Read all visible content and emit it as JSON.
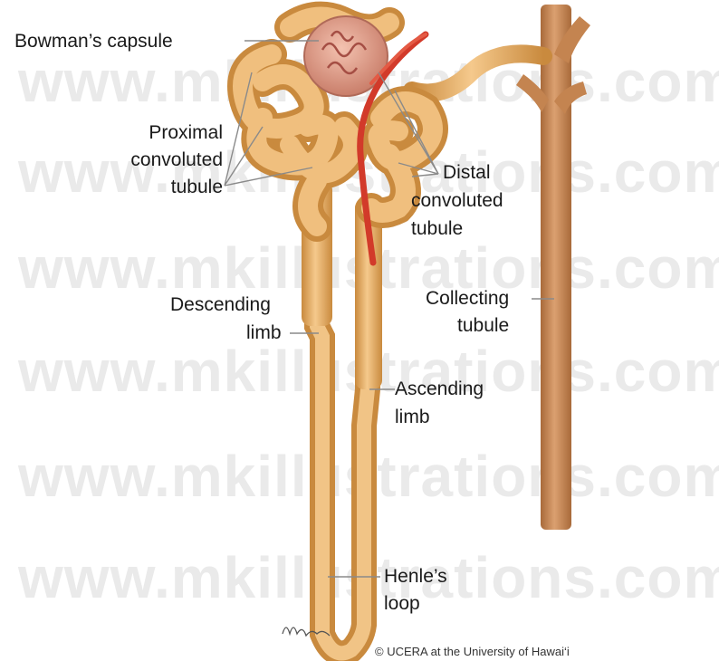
{
  "watermark": "www.mkillustrations.com",
  "labels": {
    "bowmans_capsule": "Bowman’s capsule",
    "proximal_convoluted_tubule": [
      "Proximal",
      "convoluted",
      "tubule"
    ],
    "distal_convoluted_tubule": [
      "Distal",
      "convoluted",
      "tubule"
    ],
    "descending_limb": [
      "Descending",
      "limb"
    ],
    "collecting_tubule": [
      "Collecting",
      "tubule"
    ],
    "ascending_limb": [
      "Ascending",
      "limb"
    ],
    "henles_loop": [
      "Henle’s",
      "loop"
    ]
  },
  "credit": "© UCERA at the University of Hawai‘i",
  "colors": {
    "tubule": "#e9b36c",
    "tubule_dark": "#c98a3e",
    "collecting_duct": "#c98a52",
    "capsule": "#e0a08a",
    "artery": "#d23a2a",
    "background": "#ffffff"
  }
}
